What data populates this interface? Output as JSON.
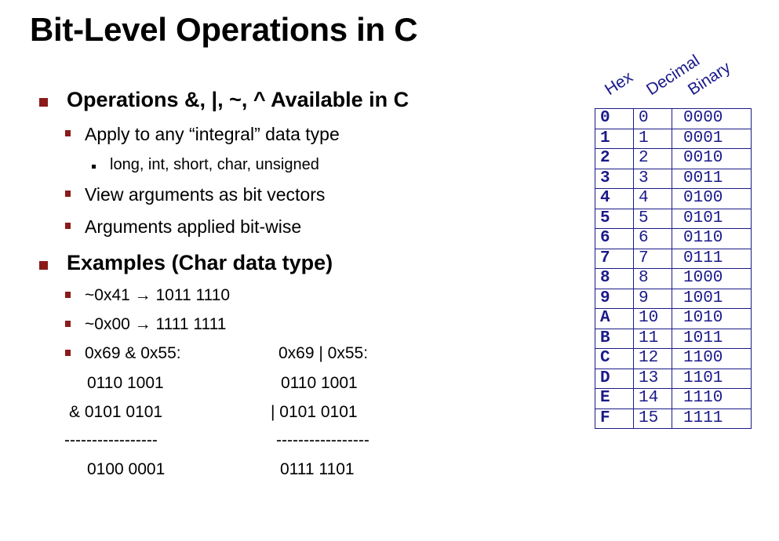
{
  "slide": {
    "title": "Bit-Level Operations in C",
    "section1": {
      "heading": "Operations &,  |,  ~,  ^ Available in C",
      "items": [
        "Apply to any “integral” data type",
        "View arguments as bit vectors",
        "Arguments applied bit-wise"
      ],
      "subitem": "long, int, short, char, unsigned"
    },
    "section2": {
      "heading": "Examples (Char data type)",
      "not1": "~0x41 → 1011 1110",
      "not2": "~0x00 → 1111 1111",
      "and_header": "0x69 & 0x55:",
      "and_op1": "0110 1001",
      "and_op2": "& 0101 0101",
      "and_line": "-----------------",
      "and_result": "0100 0001",
      "or_header": "0x69 | 0x55:",
      "or_op1": "0110 1001",
      "or_op2": "| 0101 0101",
      "or_line": "-----------------",
      "or_result": "0111 1101"
    },
    "table": {
      "headers": [
        "Hex",
        "Decimal",
        "Binary"
      ],
      "rows": [
        [
          "0",
          "0",
          "0000"
        ],
        [
          "1",
          "1",
          "0001"
        ],
        [
          "2",
          "2",
          "0010"
        ],
        [
          "3",
          "3",
          "0011"
        ],
        [
          "4",
          "4",
          "0100"
        ],
        [
          "5",
          "5",
          "0101"
        ],
        [
          "6",
          "6",
          "0110"
        ],
        [
          "7",
          "7",
          "0111"
        ],
        [
          "8",
          "8",
          "1000"
        ],
        [
          "9",
          "9",
          "1001"
        ],
        [
          "A",
          "10",
          "1010"
        ],
        [
          "B",
          "11",
          "1011"
        ],
        [
          "C",
          "12",
          "1100"
        ],
        [
          "D",
          "13",
          "1101"
        ],
        [
          "E",
          "14",
          "1110"
        ],
        [
          "F",
          "15",
          "1111"
        ]
      ]
    }
  },
  "colors": {
    "bullet": "#8b1a1a",
    "table": "#1a1a8a"
  }
}
